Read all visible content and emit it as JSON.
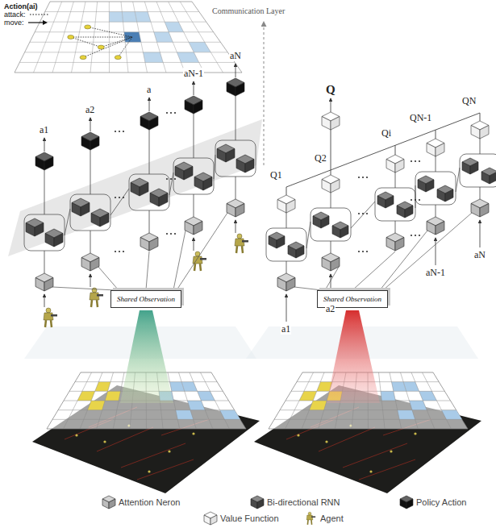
{
  "diagram": {
    "nodes": [
      {
        "text": [
          "Action(ai)",
          "attack:",
          "move:"
        ]
      },
      {
        "text": [
          "Shared Observation"
        ]
      },
      {
        "text": [
          "Shared Observation"
        ]
      }
    ],
    "labels": [
      "Communication Layer",
      "Q",
      "a1",
      "a2",
      "a",
      "aN-1",
      "aN",
      "Q1",
      "Q2",
      "Qi",
      "QN-1",
      "QN",
      "a1",
      "a2",
      "aN-1",
      "aN"
    ],
    "legend": [
      {
        "text": "Attention Neron",
        "color": "#bdbdbd"
      },
      {
        "text": "Bi-directional RNN",
        "color": "#4a4a4a"
      },
      {
        "text": "Policy Action",
        "color": "#111111"
      },
      {
        "text": "Value Function"
      },
      {
        "text": "Agent"
      }
    ]
  }
}
